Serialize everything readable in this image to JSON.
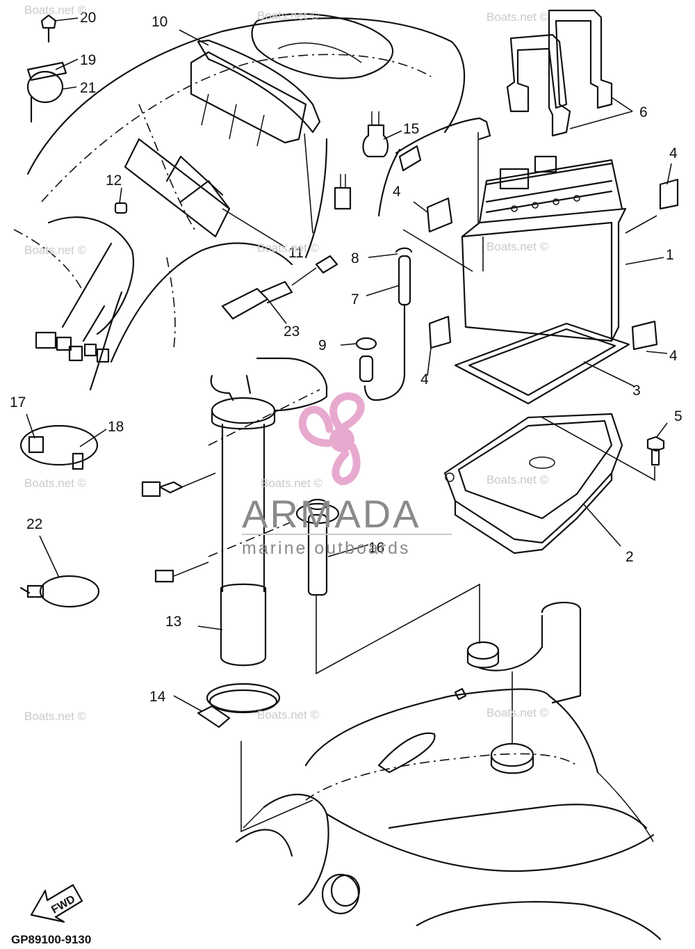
{
  "diagram_code": "GP89100-9130",
  "watermark_text": "Boats.net ©",
  "logo": {
    "brand": "ARMADA",
    "tagline": "marine outboards",
    "color": "#e8a9cf"
  },
  "fwd_label": "FWD",
  "callouts": [
    "1",
    "2",
    "3",
    "4",
    "4",
    "4",
    "4",
    "5",
    "6",
    "7",
    "8",
    "9",
    "10",
    "11",
    "12",
    "13",
    "14",
    "15",
    "16",
    "17",
    "18",
    "19",
    "20",
    "21",
    "22",
    "23"
  ]
}
